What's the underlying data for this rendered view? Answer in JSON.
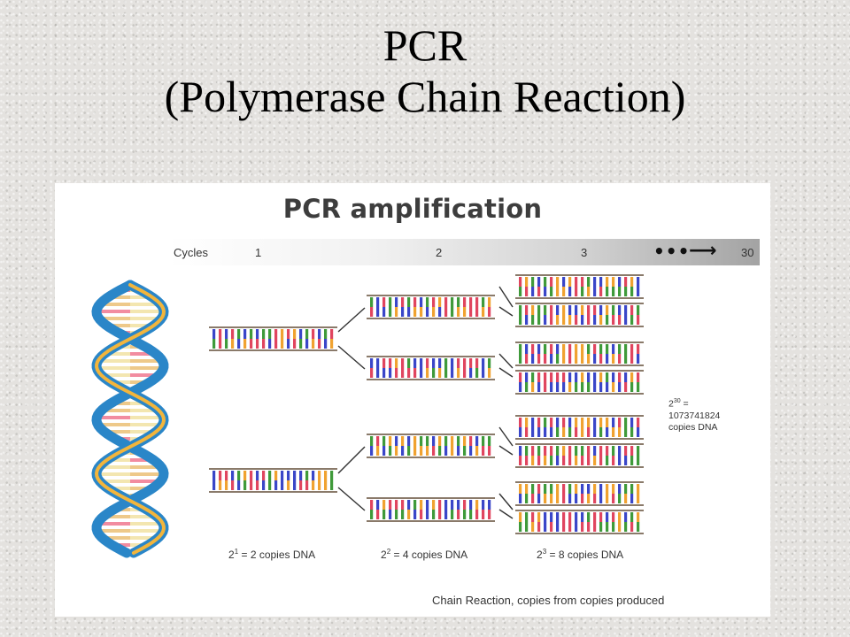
{
  "slide": {
    "title_line1": "PCR",
    "title_line2": "(Polymerase Chain Reaction)"
  },
  "figure": {
    "title": "PCR amplification",
    "cycles": {
      "label": "Cycles",
      "steps": [
        "1",
        "2",
        "3",
        "30"
      ],
      "continuation_icon": "ellipsis-arrow-icon"
    },
    "copies": [
      {
        "base": "2",
        "exponent": "1",
        "text": " = 2 copies DNA"
      },
      {
        "base": "2",
        "exponent": "2",
        "text": " = 4 copies DNA"
      },
      {
        "base": "2",
        "exponent": "3",
        "text": " = 8 copies DNA"
      }
    ],
    "total_note": {
      "base": "2",
      "exponent": "30",
      "equals": " =",
      "value": "1073741824",
      "unit": "copies DNA"
    },
    "caption": "Chain Reaction, copies from copies produced"
  },
  "colors": {
    "helix_blue": "#2a86c8",
    "helix_gold": "#f2b53c",
    "base_red": "#e0455f",
    "base_blue": "#3a46c8",
    "base_green": "#3f9a3a",
    "base_orange": "#f0a230",
    "strand": "#8a7a6a"
  }
}
